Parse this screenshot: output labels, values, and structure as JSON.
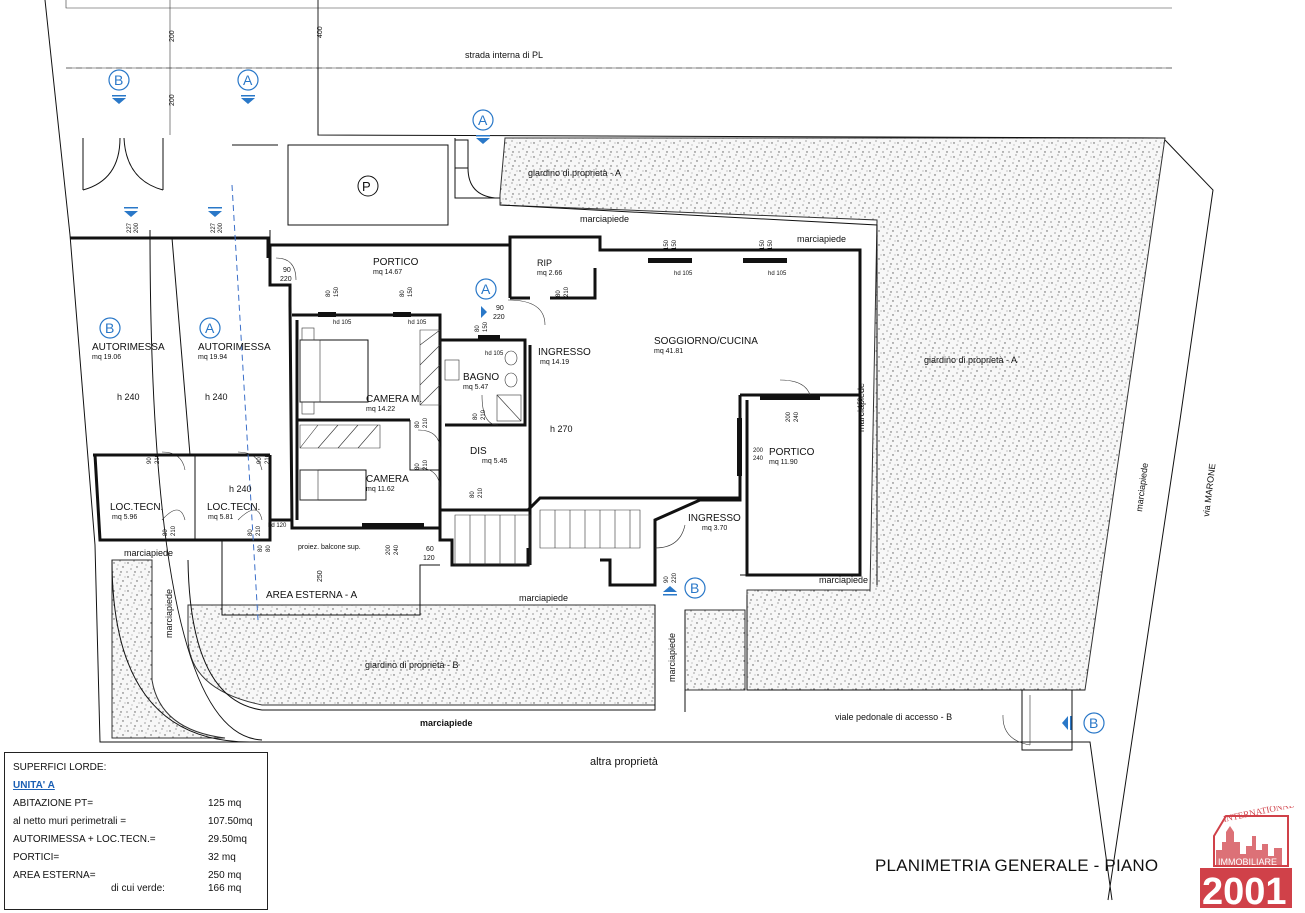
{
  "top": {
    "street": "strada interna di PL",
    "dim_200a": "200",
    "dim_400": "400",
    "dim_200b": "200",
    "parking_symbol": "P"
  },
  "markers": {
    "b_top": "B",
    "a_top": "A",
    "a_gate": "A",
    "a_entry": "A",
    "b_entry": "B",
    "b_access": "B",
    "b_garage": "B",
    "a_garage": "A"
  },
  "labels": {
    "garden_a_top": "giardino di proprietà - A",
    "garden_a_right": "giardino di proprietà - A",
    "garden_b": "giardino di proprietà - B",
    "marciapiede_top": "marciapiede",
    "marciapiede_right_top": "marciapiede",
    "marciapiede_right_vert": "marciapiede",
    "marciapiede_left": "marciapiede",
    "marciapiede_left_vert": "marciapiede",
    "marciapiede_mid": "marciapiede",
    "marciapiede_mid_vert": "marciapiede",
    "marciapiede_bottom": "marciapiede",
    "marciapiede_veranda": "marciapiede",
    "marciapiede_right_edge": "marciapiede",
    "via": "via MARONE",
    "viale": "viale pedonale di accesso - B",
    "altra": "altra proprietà",
    "balcone": "proiez. balcone sup."
  },
  "rooms": {
    "portico_top": {
      "name": "PORTICO",
      "area": "mq 14.67"
    },
    "rip": {
      "name": "RIP",
      "area": "mq 2.66"
    },
    "soggiorno": {
      "name": "SOGGIORNO/CUCINA",
      "area": "mq 41.81"
    },
    "ingresso": {
      "name": "INGRESSO",
      "area": "mq 14.19"
    },
    "bagno": {
      "name": "BAGNO",
      "area": "mq 5.47"
    },
    "camera_m": {
      "name": "CAMERA M.",
      "area": "mq 14.22"
    },
    "camera": {
      "name": "CAMERA",
      "area": "mq 11.62"
    },
    "dis": {
      "name": "DIS",
      "area": "mq 5.45"
    },
    "portico_right": {
      "name": "PORTICO",
      "area": "mq 11.90"
    },
    "ingresso_small": {
      "name": "INGRESSO",
      "area": "mq 3.70"
    },
    "autorimessa_b": {
      "name": "AUTORIMESSA",
      "area": "mq 19.06"
    },
    "autorimessa_a": {
      "name": "AUTORIMESSA",
      "area": "mq 19.94"
    },
    "loc_tecn_b": {
      "name": "LOC.TECN.",
      "area": "mq 5.96"
    },
    "loc_tecn_a": {
      "name": "LOC.TECN.",
      "area": "mq 5.81"
    },
    "area_esterna": {
      "name": "AREA ESTERNA - A"
    }
  },
  "dims": {
    "h240a": "h 240",
    "h240b": "h 240",
    "h240c": "h 240",
    "h270": "h 270",
    "d227a": "227",
    "d200a": "200",
    "d227b": "227",
    "d200b": "200",
    "d90a": "90",
    "d220a": "220",
    "d80a": "80",
    "d150a": "150",
    "d80b": "80",
    "d150b": "150",
    "hd105a": "hd 105",
    "hd105b": "hd 105",
    "hd105c": "hd 105",
    "hd105d": "hd 105",
    "hd105e": "hd 105",
    "d150c": "150",
    "d150d": "150",
    "d150e": "150",
    "d150f": "150",
    "d80c": "80",
    "d210a": "210",
    "d90b": "90",
    "d220b": "220",
    "d80d": "80",
    "d150g": "150",
    "d200c": "200",
    "d240a": "240",
    "d200d": "200",
    "d240b": "240",
    "d150h": "150",
    "d80e": "80",
    "d210b": "210",
    "d80f": "80",
    "d210c": "210",
    "d80g": "80",
    "d210d": "210",
    "d80h": "80",
    "d210e": "210",
    "d90c": "90",
    "d210f": "210",
    "d90d": "90",
    "d210g": "210",
    "d80i": "80",
    "d210h": "210",
    "d80j": "80",
    "d210i": "210",
    "hd120": "hd 120",
    "d80k": "80",
    "d80l": "80",
    "d250": "250",
    "d200e": "200",
    "d240c": "240",
    "d60": "60",
    "d120": "120",
    "d90e": "90",
    "d220c": "220"
  },
  "summary": {
    "title": "SUPERFICI LORDE:",
    "unit": "UNITA' A",
    "rows": [
      {
        "label": "ABITAZIONE PT=",
        "value": "125   mq"
      },
      {
        "label": "al netto muri perimetrali =",
        "value": "107.50mq"
      },
      {
        "label": "AUTORIMESSA + LOC.TECN.=",
        "value": "29.50mq"
      },
      {
        "label": "PORTICI=",
        "value": "32     mq"
      },
      {
        "label": "AREA ESTERNA=",
        "value": "250   mq"
      },
      {
        "label": "di cui verde:",
        "value": "166 mq"
      }
    ]
  },
  "bottom_title": "PLANIMETRIA GENERALE - PIANO",
  "logo": {
    "top": "INTERNATIONAL",
    "middle": "IMMOBILIARE",
    "number": "2001"
  },
  "colors": {
    "marker": "#2a78c8",
    "logo": "#c8202a",
    "summary_unit": "#1a5fb4"
  }
}
